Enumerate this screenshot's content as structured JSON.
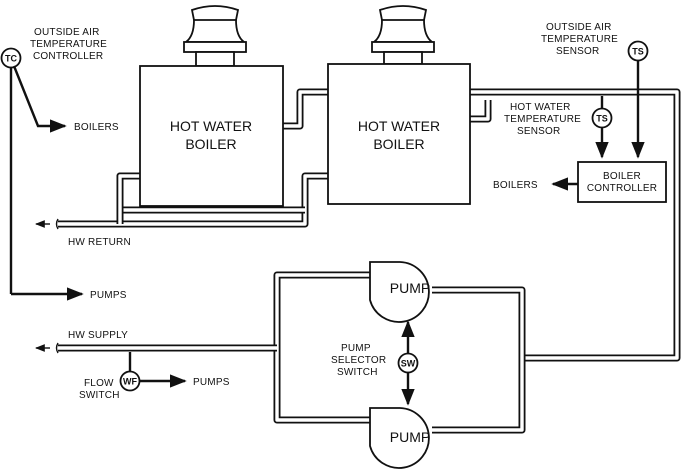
{
  "diagram": {
    "labels": {
      "tc_title": [
        "OUTSIDE AIR",
        "TEMPERATURE",
        "CONTROLLER"
      ],
      "tc_symbol": "TC",
      "boilers_tc": "BOILERS",
      "pumps_tc": "PUMPS",
      "boiler1": [
        "HOT WATER",
        "BOILER"
      ],
      "boiler2": [
        "HOT WATER",
        "BOILER"
      ],
      "hw_return": "HW RETURN",
      "hw_supply": "HW SUPPLY",
      "hwts_title": [
        "HOT WATER",
        "TEMPERATURE",
        "SENSOR"
      ],
      "hwts_symbol": "TS",
      "oats_title": [
        "OUTSIDE AIR",
        "TEMPERATURE",
        "SENSOR"
      ],
      "oats_symbol": "TS",
      "boiler_controller": [
        "BOILER",
        "CONTROLLER"
      ],
      "boilers_bc": "BOILERS",
      "pump_top": "PUMP",
      "pump_bottom": "PUMP",
      "pump_selector": [
        "PUMP",
        "SELECTOR",
        "SWITCH"
      ],
      "sw_symbol": "SW",
      "flow_switch": [
        "FLOW",
        "SWITCH"
      ],
      "wf_symbol": "WF",
      "pumps_wf": "PUMPS"
    }
  }
}
